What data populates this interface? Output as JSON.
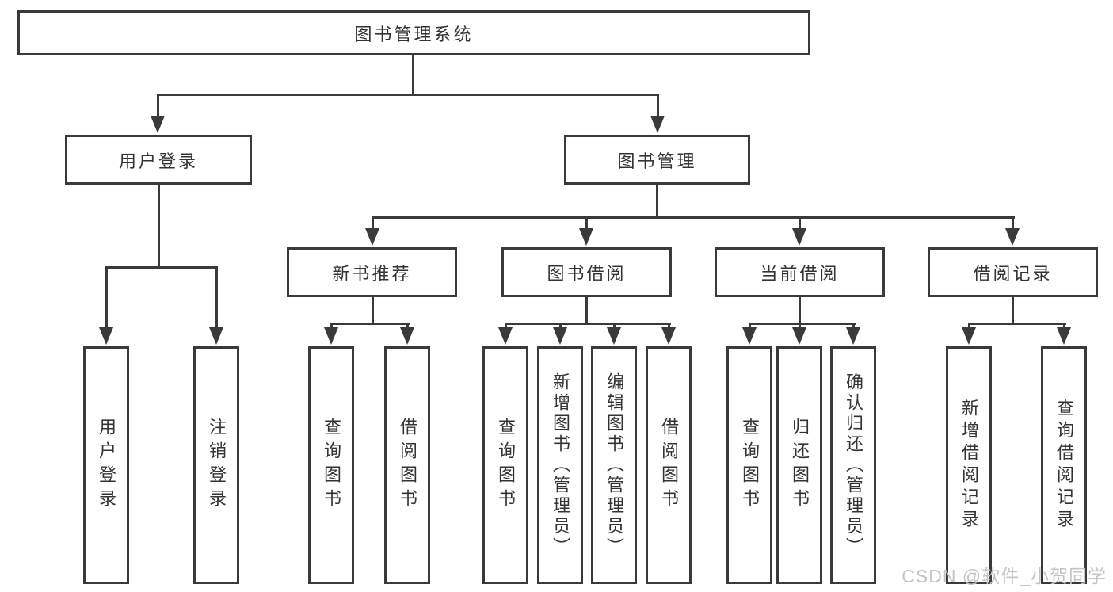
{
  "diagram": {
    "type": "tree",
    "nodes": {
      "root": "图书管理系统",
      "user_login": "用户登录",
      "book_mgmt": "图书管理",
      "new_book_rec": "新书推荐",
      "book_borrow": "图书借阅",
      "current_borrow": "当前借阅",
      "borrow_record": "借阅记录",
      "leaves": {
        "user_login": "用户登录",
        "logout": "注销登录",
        "query_book_a": "查询图书",
        "borrow_book_a": "借阅图书",
        "query_book_b": "查询图书",
        "add_book": "新增图书（管理员）",
        "edit_book": "编辑图书（管理员）",
        "borrow_book_b": "借阅图书",
        "query_book_c": "查询图书",
        "return_book": "归还图书",
        "confirm_return": "确认归还（管理员）",
        "add_borrow_record": "新增借阅记录",
        "query_borrow_record": "查询借阅记录"
      }
    },
    "edges": [
      [
        "图书管理系统",
        "用户登录"
      ],
      [
        "图书管理系统",
        "图书管理"
      ],
      [
        "用户登录",
        "用户登录(叶)"
      ],
      [
        "用户登录",
        "注销登录"
      ],
      [
        "图书管理",
        "新书推荐"
      ],
      [
        "图书管理",
        "图书借阅"
      ],
      [
        "图书管理",
        "当前借阅"
      ],
      [
        "图书管理",
        "借阅记录"
      ],
      [
        "新书推荐",
        "查询图书"
      ],
      [
        "新书推荐",
        "借阅图书"
      ],
      [
        "图书借阅",
        "查询图书"
      ],
      [
        "图书借阅",
        "新增图书（管理员）"
      ],
      [
        "图书借阅",
        "编辑图书（管理员）"
      ],
      [
        "图书借阅",
        "借阅图书"
      ],
      [
        "当前借阅",
        "查询图书"
      ],
      [
        "当前借阅",
        "归还图书"
      ],
      [
        "当前借阅",
        "确认归还（管理员）"
      ],
      [
        "借阅记录",
        "新增借阅记录"
      ],
      [
        "借阅记录",
        "查询借阅记录"
      ]
    ],
    "colors": {
      "line": "#3a3a3a",
      "text": "#333333",
      "box_fill": "#ffffff",
      "background": "#ffffff",
      "watermark": "#c4c4c4"
    }
  },
  "watermark": "CSDN @软件_小贺同学"
}
